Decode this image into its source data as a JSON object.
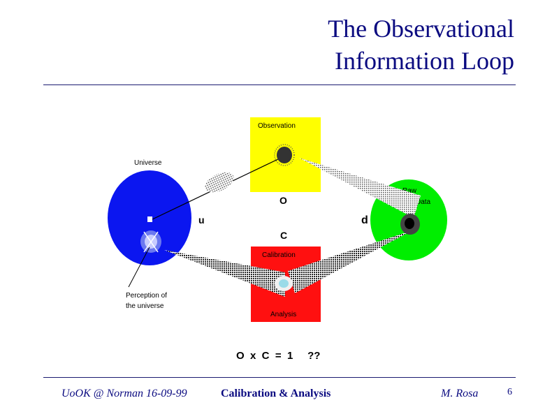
{
  "title": {
    "line1": "The Observational",
    "line2": "Information Loop"
  },
  "diagram": {
    "observation": "Observation",
    "universe": "Universe",
    "raw": "Raw",
    "data": "Data",
    "calibration": "Calibration",
    "analysis": "Analysis",
    "perception_line1": "Perception of",
    "perception_line2": "the universe",
    "sym_o": "O",
    "sym_c": "C",
    "sym_u": "u",
    "sym_d": "d",
    "equation": "O  x  C  =  1     ??",
    "dot_mark": "."
  },
  "footer": {
    "left": "UoOK @ Norman  16-09-99",
    "center": "Calibration & Analysis",
    "author": "M. Rosa",
    "page": "6"
  },
  "colors": {
    "universe": "#0b16f0",
    "observation": "#ffff00",
    "raw_data": "#00ee00",
    "calibration": "#ff1010",
    "title": "#0a0a80"
  }
}
